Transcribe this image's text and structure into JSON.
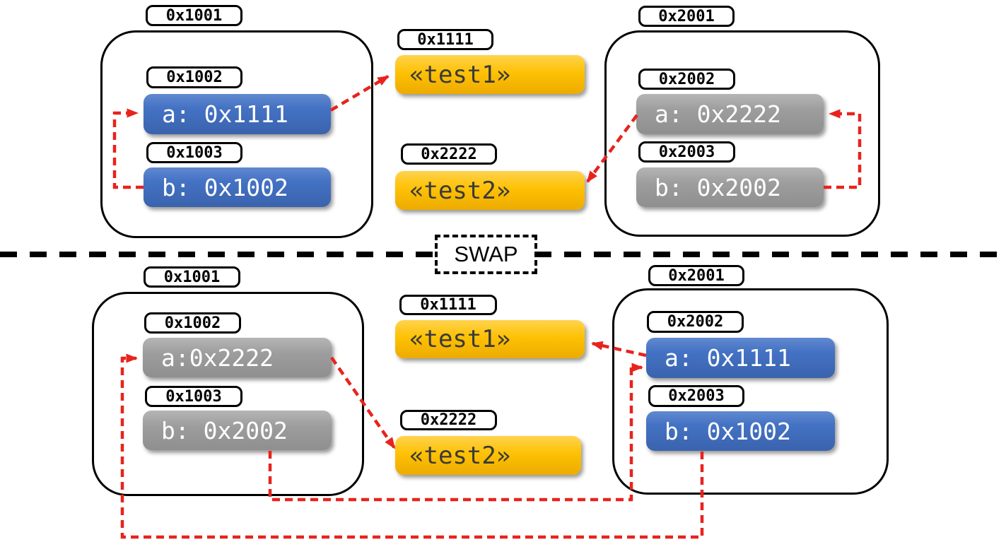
{
  "colors": {
    "variable_box_blue": "#4472c4",
    "variable_box_gray": "#9d9d9d",
    "heap_value_yellow": "#fec104",
    "pointer_arrow_red": "#e8231d",
    "divider_black": "#000000"
  },
  "divider": {
    "label": "SWAP"
  },
  "before": {
    "left_frame": {
      "address": "0x1001",
      "slots": [
        {
          "address": "0x1002",
          "value": "a: 0x1111",
          "color": "blue"
        },
        {
          "address": "0x1003",
          "value": "b: 0x1002",
          "color": "blue"
        }
      ]
    },
    "heap": [
      {
        "address": "0x1111",
        "value": "«test1»"
      },
      {
        "address": "0x2222",
        "value": "«test2»"
      }
    ],
    "right_frame": {
      "address": "0x2001",
      "slots": [
        {
          "address": "0x2002",
          "value": "a: 0x2222",
          "color": "gray"
        },
        {
          "address": "0x2003",
          "value": "b: 0x2002",
          "color": "gray"
        }
      ]
    }
  },
  "after": {
    "left_frame": {
      "address": "0x1001",
      "slots": [
        {
          "address": "0x1002",
          "value": "a:0x2222",
          "color": "gray"
        },
        {
          "address": "0x1003",
          "value": "b: 0x2002",
          "color": "gray"
        }
      ]
    },
    "heap": [
      {
        "address": "0x1111",
        "value": "«test1»"
      },
      {
        "address": "0x2222",
        "value": "«test2»"
      }
    ],
    "right_frame": {
      "address": "0x2001",
      "slots": [
        {
          "address": "0x2002",
          "value": "a: 0x1111",
          "color": "blue"
        },
        {
          "address": "0x2003",
          "value": "b: 0x1002",
          "color": "blue"
        }
      ]
    }
  }
}
